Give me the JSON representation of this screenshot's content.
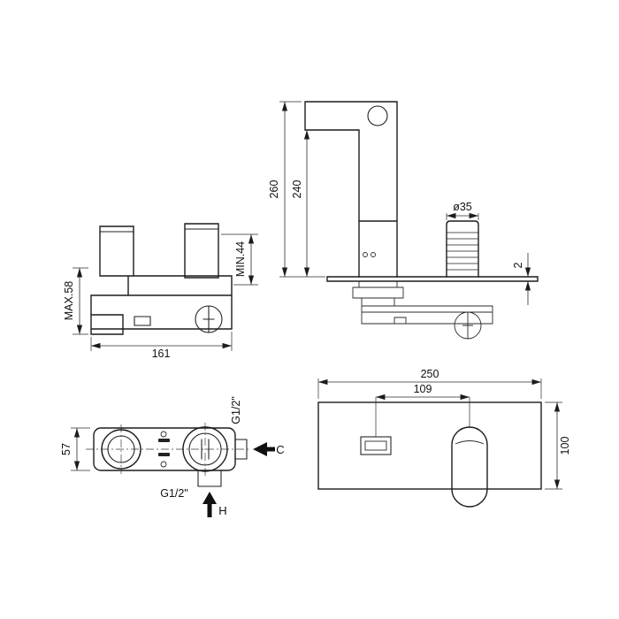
{
  "colors": {
    "line": "#1c1c1c",
    "dim_line": "#2b2b2b",
    "arrow_fill": "#111111",
    "background": "#ffffff"
  },
  "views": {
    "body_side": {
      "dim_depth_max": "MAX.58",
      "dim_depth_min": "MIN.44",
      "dim_length": "161"
    },
    "mixer_front": {
      "dim_height_total": "260",
      "dim_height_spout": "240",
      "dim_handle_diameter": "ø35",
      "dim_plate_thickness": "2"
    },
    "body_top": {
      "dim_width": "57",
      "inlet_thread_side": "G1/2\"",
      "inlet_thread_bottom": "G1/2\"",
      "cold_label": "C",
      "hot_label": "H"
    },
    "plate_front": {
      "dim_width": "250",
      "dim_spout_to_handle": "109",
      "dim_height": "100"
    }
  }
}
